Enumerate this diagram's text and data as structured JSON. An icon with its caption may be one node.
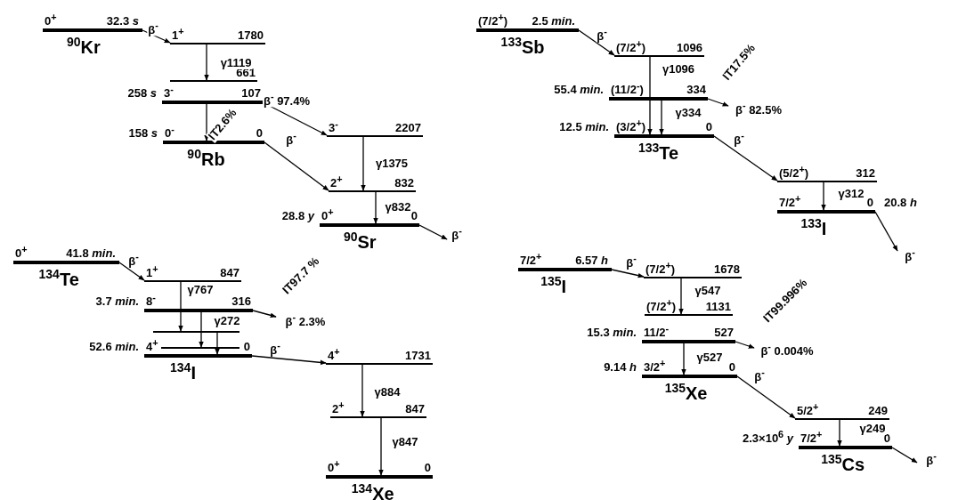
{
  "diagram": {
    "nodes": [
      {
        "text": [
          "0$^{+}$"
        ],
        "beside": [
          "32.3 *s*",
          "$^{90}$Kr"
        ]
      },
      {
        "text": [
          "1$^{+}$",
          "1780"
        ]
      },
      {
        "text": [
          "661"
        ]
      },
      {
        "text": [
          "3$^{-}$",
          "107"
        ],
        "beside": [
          "258 *s*"
        ]
      },
      {
        "text": [
          "0$^{-}$",
          "0"
        ],
        "beside": [
          "158 *s*",
          "$^{90}$Rb"
        ]
      },
      {
        "text": [
          "3$^{-}$",
          "2207"
        ]
      },
      {
        "text": [
          "2$^{+}$",
          "832"
        ]
      },
      {
        "text": [
          "0$^{+}$",
          "0"
        ],
        "beside": [
          "28.8 *y*",
          "$^{90}$Sr"
        ]
      },
      {
        "text": [
          "(7/2$^{+}$)"
        ],
        "beside": [
          "2.5 *min.*",
          "$^{133}$Sb"
        ]
      },
      {
        "text": [
          "(7/2$^{+}$)",
          "1096"
        ]
      },
      {
        "text": [
          "(11/2$^{-}$)",
          "334"
        ],
        "beside": [
          "55.4 *min.*"
        ]
      },
      {
        "text": [
          "(3/2$^{+}$)",
          "0"
        ],
        "beside": [
          "12.5 *min.*",
          "$^{133}$Te"
        ]
      },
      {
        "text": [
          "(5/2$^{+}$)",
          "312"
        ]
      },
      {
        "text": [
          "7/2$^{+}$",
          "0"
        ],
        "beside": [
          "20.8 *h*",
          "$^{133}$I"
        ]
      },
      {
        "text": [
          "0$^{+}$"
        ],
        "beside": [
          "41.8 *min.*",
          "$^{134}$Te"
        ]
      },
      {
        "text": [
          "1$^{+}$",
          "847"
        ]
      },
      {
        "text": [
          "8$^{-}$",
          "316"
        ],
        "beside": [
          "3.7 *min.*"
        ]
      },
      {
        "text": [],
        "shape": "bar"
      },
      {
        "text": [],
        "shape": "bar"
      },
      {
        "text": [
          "4$^{+}$",
          "0"
        ],
        "beside": [
          "52.6 *min.*",
          "$^{134}$I"
        ]
      },
      {
        "text": [
          "4$^{+}$",
          "1731"
        ]
      },
      {
        "text": [
          "2$^{+}$",
          "847"
        ]
      },
      {
        "text": [
          "0$^{+}$",
          "0"
        ],
        "beside": [
          "$^{134}$Xe"
        ]
      },
      {
        "text": [
          "7/2$^{+}$"
        ],
        "beside": [
          "6.57 *h*",
          "$^{135}$I"
        ]
      },
      {
        "text": [
          "(7/2$^{+}$)",
          "1678"
        ]
      },
      {
        "text": [
          "(7/2$^{+}$)",
          "1131"
        ]
      },
      {
        "text": [
          "11/2$^{-}$",
          "527"
        ],
        "beside": [
          "15.3 *min.*"
        ]
      },
      {
        "text": [
          "3/2$^{+}$",
          "0"
        ],
        "beside": [
          "9.14 *h*",
          "$^{135}$Xe"
        ]
      },
      {
        "text": [
          "5/2$^{+}$",
          "249"
        ]
      },
      {
        "text": [
          "7/2$^{+}$",
          "0"
        ],
        "beside": [
          "2.3×10$^{6}$ *y*",
          "$^{135}$Cs"
        ]
      }
    ],
    "edges": [
      {
        "from": 0,
        "to": 1,
        "arrow": "to",
        "label": "β$^{-}$"
      },
      {
        "from": 1,
        "to": 2,
        "arrow": "to",
        "label": "γ1119"
      },
      {
        "from": 3,
        "to": 4,
        "arrow": "to",
        "label": "IT2.6%"
      },
      {
        "from": 3,
        "to": 5,
        "arrow": "to",
        "label": "β$^{-}$ 97.4%"
      },
      {
        "from": 4,
        "to": 6,
        "arrow": "to",
        "label": "β$^{-}$"
      },
      {
        "from": 5,
        "to": 6,
        "arrow": "to",
        "label": "γ1375"
      },
      {
        "from": 6,
        "to": 7,
        "arrow": "to",
        "label": "γ832"
      },
      {
        "from": 7,
        "to": null,
        "arrow": "to",
        "label": "β$^{-}$"
      },
      {
        "from": 8,
        "to": 9,
        "arrow": "to",
        "label": "β$^{-}$"
      },
      {
        "from": 9,
        "to": 11,
        "arrow": "to",
        "label": "γ1096"
      },
      {
        "from": 10,
        "to": 11,
        "arrow": "to",
        "label": "γ334"
      },
      {
        "from": 10,
        "to": null,
        "arrow": "to",
        "label": "β$^{-}$ 82.5%"
      },
      {
        "from": 11,
        "to": 12,
        "arrow": "to",
        "label": "β$^{-}$"
      },
      {
        "from": 12,
        "to": 13,
        "arrow": "to",
        "label": "γ312"
      },
      {
        "from": 13,
        "to": null,
        "arrow": "to",
        "label": "β$^{-}$"
      },
      {
        "from": 14,
        "to": 15,
        "arrow": "to",
        "label": "β$^{-}$"
      },
      {
        "from": 15,
        "to": 17,
        "arrow": "to",
        "label": "γ767"
      },
      {
        "from": 16,
        "to": 18,
        "arrow": "to",
        "label": "γ272"
      },
      {
        "from": 17,
        "to": 19,
        "arrow": "to"
      },
      {
        "from": 16,
        "to": null,
        "arrow": "to",
        "label": "β$^{-}$ 2.3%"
      },
      {
        "from": 19,
        "to": 20,
        "arrow": "to",
        "label": "β$^{-}$"
      },
      {
        "from": 20,
        "to": 21,
        "arrow": "to",
        "label": "γ884"
      },
      {
        "from": 21,
        "to": 22,
        "arrow": "to",
        "label": "γ847"
      },
      {
        "from": 23,
        "to": 24,
        "arrow": "to",
        "label": "β$^{-}$"
      },
      {
        "from": 24,
        "to": 25,
        "arrow": "to",
        "label": "γ547"
      },
      {
        "from": 26,
        "to": 27,
        "arrow": "to",
        "label": "γ527"
      },
      {
        "from": 26,
        "to": null,
        "arrow": "to",
        "label": "β$^{-}$ 0.004%"
      },
      {
        "from": 27,
        "to": 28,
        "arrow": "to",
        "label": "β$^{-}$"
      },
      {
        "from": 28,
        "to": 29,
        "arrow": "to",
        "label": "γ249"
      },
      {
        "from": 29,
        "to": null,
        "arrow": "to",
        "label": "β$^{-}$"
      }
    ],
    "labels": [
      "IT17.5%",
      "IT97.7 %",
      "IT99.996%"
    ]
  }
}
